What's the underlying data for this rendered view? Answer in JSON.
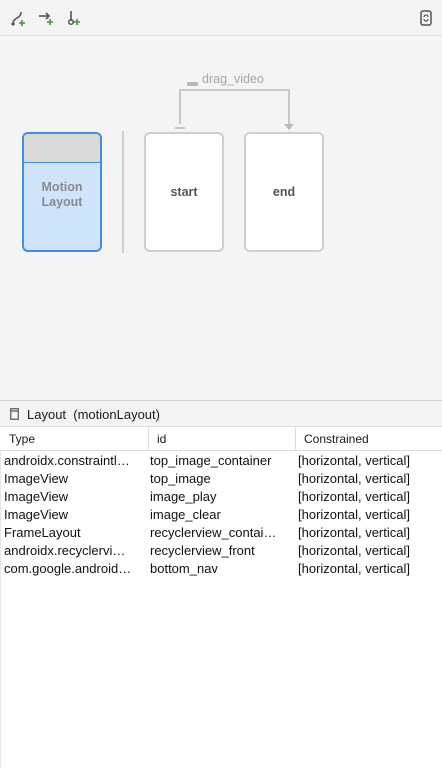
{
  "toolbar": {
    "buttons": [
      {
        "icon": "create-constraint-set-icon"
      },
      {
        "icon": "create-transition-icon"
      },
      {
        "icon": "create-click-handler-icon"
      }
    ],
    "right_icon": "animation-preview-icon"
  },
  "canvas": {
    "motion_layout_label_line1": "Motion",
    "motion_layout_label_line2": "Layout",
    "constraint_sets": [
      {
        "label": "start"
      },
      {
        "label": "end"
      }
    ],
    "transition_label": "drag_video"
  },
  "panel": {
    "title": "Layout  (motionLayout)"
  },
  "table": {
    "headers": [
      "Type",
      "id",
      "Constrained"
    ],
    "rows": [
      [
        "androidx.constraintl…",
        "top_image_container",
        "[horizontal, vertical]"
      ],
      [
        "ImageView",
        "top_image",
        "[horizontal, vertical]"
      ],
      [
        "ImageView",
        "image_play",
        "[horizontal, vertical]"
      ],
      [
        "ImageView",
        "image_clear",
        "[horizontal, vertical]"
      ],
      [
        "FrameLayout",
        "recyclerview_contai…",
        "[horizontal, vertical]"
      ],
      [
        "androidx.recyclervi…",
        "recyclerview_front",
        "[horizontal, vertical]"
      ],
      [
        "com.google.android…",
        "bottom_nav",
        "[horizontal, vertical]"
      ]
    ]
  },
  "colors": {
    "accent_blue": "#3d8fe0",
    "selected_fill": "#cfe3fb",
    "icon_green": "#4aa150"
  }
}
